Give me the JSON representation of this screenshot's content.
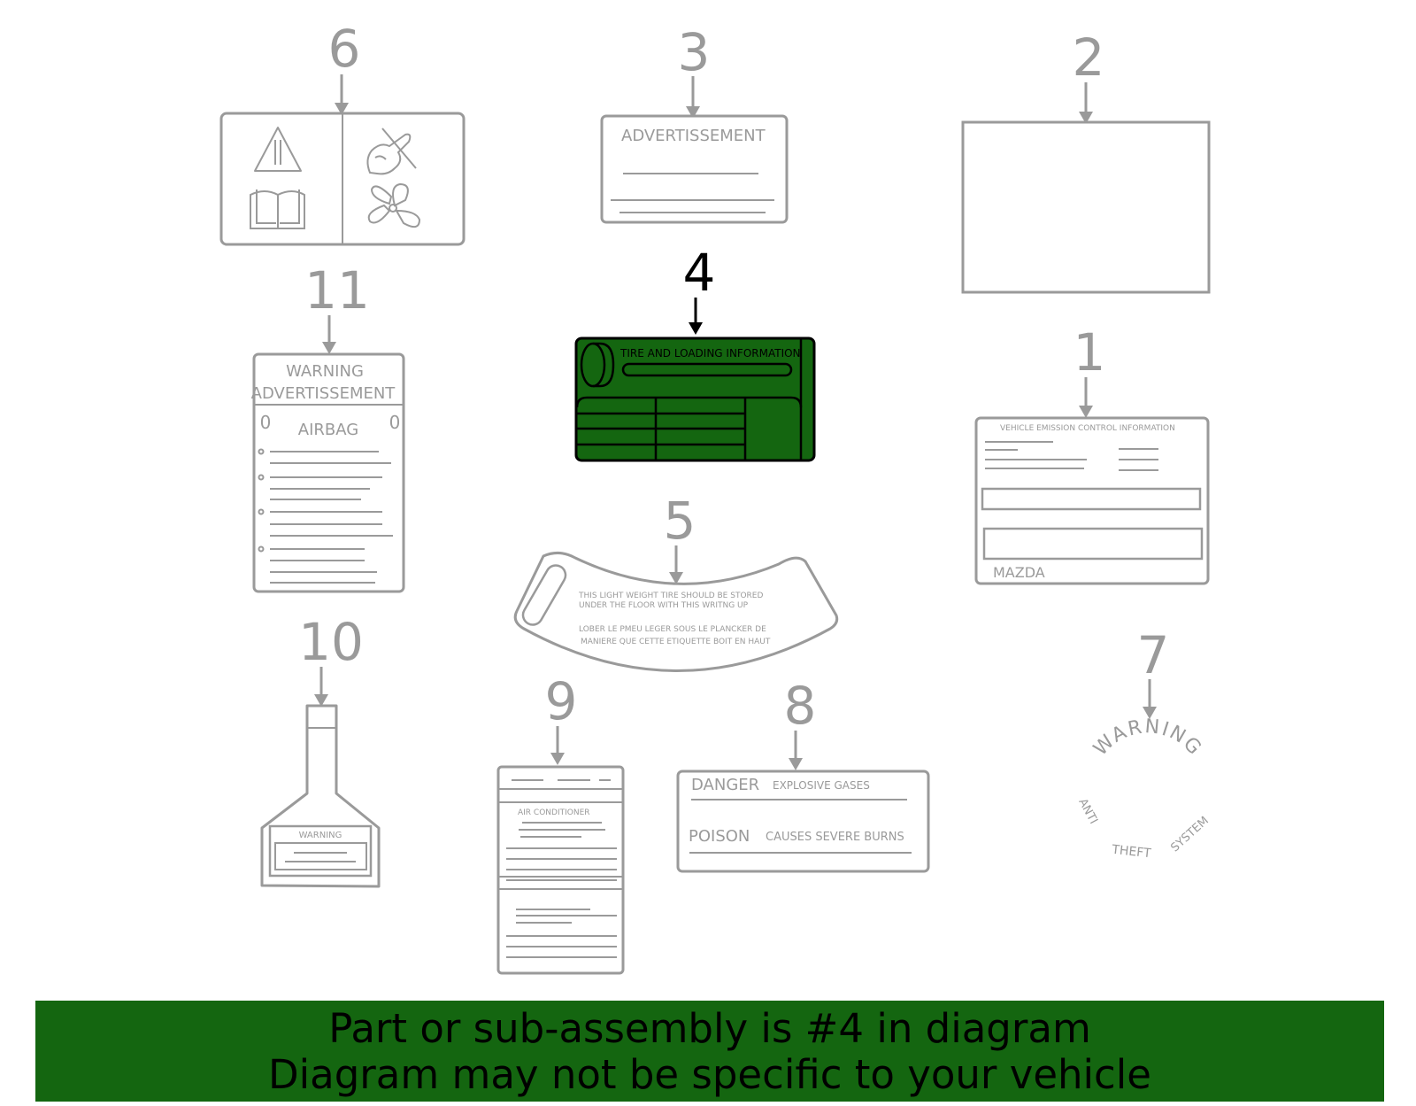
{
  "colors": {
    "line": "#9a9a9a",
    "highlight": "#146610",
    "highlight_text": "#000000"
  },
  "highlighted_part": "4",
  "callouts": [
    {
      "number": "6"
    },
    {
      "number": "3"
    },
    {
      "number": "2"
    },
    {
      "number": "11"
    },
    {
      "number": "4"
    },
    {
      "number": "1"
    },
    {
      "number": "5"
    },
    {
      "number": "10"
    },
    {
      "number": "9"
    },
    {
      "number": "8"
    },
    {
      "number": "7"
    }
  ],
  "labels": {
    "part3": {
      "title": "ADVERTISSEMENT"
    },
    "part11": {
      "line1": "WARNING",
      "line2": "ADVERTISSEMENT",
      "airbag": "AIRBAG",
      "o_left": "0",
      "o_right": "0"
    },
    "part4": {
      "title": "TIRE AND LOADING INFORMATION"
    },
    "part1": {
      "title": "VEHICLE EMISSION CONTROL INFORMATION",
      "brand": "MAZDA"
    },
    "part5": {
      "en1": "THIS LIGHT WEIGHT TIRE SHOULD BE STORED",
      "en2": "UNDER THE FLOOR WITH THIS WRITNG UP",
      "fr1": "LOBER LE PMEU LEGER SOUS LE PLANCKER DE",
      "fr2": "MANIERE QUE CETTE ETIQUETTE BOIT EN HAUT"
    },
    "part10": {
      "title": "WARNING"
    },
    "part9": {
      "title": "AIR CONDITIONER"
    },
    "part8": {
      "danger": "DANGER",
      "danger_text": "EXPLOSIVE GASES",
      "poison": "POISON",
      "poison_text": "CAUSES SEVERE BURNS"
    },
    "part7": {
      "top": "WARNING",
      "anti": "ANTI",
      "theft": "THEFT",
      "system": "SYSTEM"
    }
  },
  "banner": {
    "line1": "Part or sub-assembly is #4 in diagram",
    "line2": "Diagram may not be specific to your vehicle"
  }
}
